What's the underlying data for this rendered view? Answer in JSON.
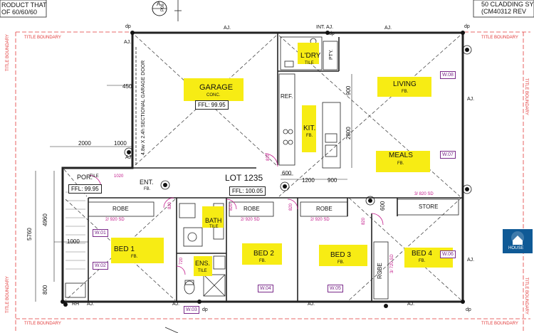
{
  "header": {
    "product_line1": "RODUCT THAT",
    "product_line2": "OF 60/60/60",
    "cladding_line1": "50 CLADDING SY",
    "cladding_line2": "(CM40312 REV",
    "section_marker_letter": "A",
    "section_marker_code": "P06"
  },
  "boundary": {
    "left_top": "TITLE BOUNDARY",
    "left_bottom": "TITLE BOUNDARY",
    "right_top": "TITLE BOUNDARY",
    "right_mid": "TITLE BOUNDARY",
    "right_bottom": "TITLE BOUNDARY",
    "bottom_left": "TITLE BOUNDARY",
    "bottom_right": "TITLE BOUNDARY"
  },
  "lot": {
    "label": "LOT 1235",
    "ffl": "FFL: 100.05"
  },
  "rooms": {
    "garage": {
      "name": "GARAGE",
      "floor": "CONC.",
      "ffl": "FFL: 99.95"
    },
    "laundry": {
      "name": "L'DRY",
      "floor": "TILE"
    },
    "living": {
      "name": "LIVING",
      "floor": "FB."
    },
    "kitchen": {
      "name": "KIT.",
      "floor": "FB."
    },
    "meals": {
      "name": "MEALS",
      "floor": "FB."
    },
    "porch": {
      "name": "POR.",
      "floor": "TILE",
      "ffl": "FFL: 99.95"
    },
    "entry": {
      "name": "ENT.",
      "floor": "FB."
    },
    "bath": {
      "name": "BATH",
      "floor": "TILE"
    },
    "ensuite": {
      "name": "ENS.",
      "floor": "TILE"
    },
    "bed1": {
      "name": "BED 1",
      "floor": "FB."
    },
    "bed2": {
      "name": "BED 2",
      "floor": "FB."
    },
    "bed3": {
      "name": "BED 3",
      "floor": "FB."
    },
    "bed4": {
      "name": "BED 4",
      "floor": "FB."
    }
  },
  "labels": {
    "pty": "PTY.",
    "ref": "REF.",
    "store": "STORE",
    "robe": "ROBE",
    "garage_door": "4.8w X 2.4h SECTIONAL GARAGE DOOR",
    "aj": "AJ.",
    "int_aj": "INT. AJ.",
    "dp": "dp",
    "rh": "RH"
  },
  "dimensions": {
    "d2000": "2000",
    "d1000": "1000",
    "d450": "450",
    "d900": "900",
    "d2800": "2800",
    "d600": "600",
    "d1200": "1200",
    "d5760": "5760",
    "d4960": "4960",
    "d800": "800",
    "d1020": "1020",
    "d820": "820",
    "d720": "720",
    "d920sd_bed1": "2/ 920 SD",
    "d920sd_bed2": "2/ 920 SD",
    "d920sd_bed3": "2/ 920 SD",
    "d820sd": "3/ 820 SD",
    "d720sd": "3/ 720 SD"
  },
  "windows": [
    "W.01",
    "W.02",
    "W.03",
    "W.04",
    "W.05",
    "W.06",
    "W.07",
    "W.08"
  ],
  "badge": {
    "text": "HOUSE"
  }
}
